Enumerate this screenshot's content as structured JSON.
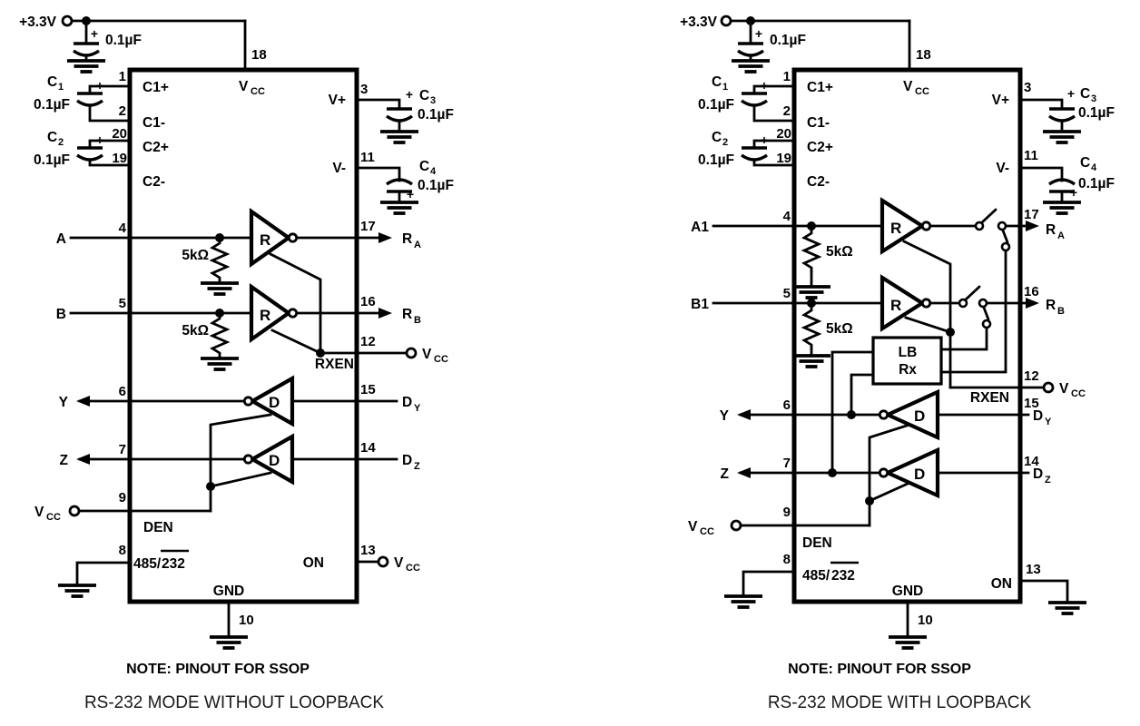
{
  "left": {
    "rail": "+3.3V",
    "plus": "+",
    "bypass_value": "0.1µF",
    "caps": {
      "c1_ref": "C",
      "c1_sub": "1",
      "c1_val": "0.1µF",
      "c2_ref": "C",
      "c2_sub": "2",
      "c2_val": "0.1µF",
      "c3_ref": "C",
      "c3_sub": "3",
      "c3_val": "0.1µF",
      "c4_ref": "C",
      "c4_sub": "4",
      "c4_val": "0.1µF"
    },
    "pins": {
      "p1": "1",
      "p2": "2",
      "p3": "3",
      "p4": "4",
      "p5": "5",
      "p6": "6",
      "p7": "7",
      "p8": "8",
      "p9": "9",
      "p10": "10",
      "p11": "11",
      "p12": "12",
      "p13": "13",
      "p14": "14",
      "p15": "15",
      "p16": "16",
      "p17": "17",
      "p18": "18",
      "p19": "19",
      "p20": "20"
    },
    "ic": {
      "c1p": "C1+",
      "c1m": "C1-",
      "c2p": "C2+",
      "c2m": "C2-",
      "vcc_m": "V",
      "vcc_s": "CC",
      "vplus": "V+",
      "vminus": "V-",
      "rxen": "RXEN",
      "den": "DEN",
      "on": "ON",
      "gnd": "GND",
      "mode_pre": "485/",
      "mode_bar": "232",
      "amp_r": "R",
      "amp_d": "D"
    },
    "res": {
      "r1": "5kΩ",
      "r2": "5kΩ"
    },
    "io": {
      "a": "A",
      "b": "B",
      "y": "Y",
      "z": "Z",
      "ra_m": "R",
      "ra_s": "A",
      "rb_m": "R",
      "rb_s": "B",
      "dy_m": "D",
      "dy_s": "Y",
      "dz_m": "D",
      "dz_s": "Z"
    },
    "vcc_m": "V",
    "vcc_s": "CC",
    "note": "NOTE: PINOUT FOR SSOP",
    "caption": "RS-232 MODE WITHOUT LOOPBACK"
  },
  "right": {
    "rail": "+3.3V",
    "plus": "+",
    "bypass_value": "0.1µF",
    "caps": {
      "c1_ref": "C",
      "c1_sub": "1",
      "c1_val": "0.1µF",
      "c2_ref": "C",
      "c2_sub": "2",
      "c2_val": "0.1µF",
      "c3_ref": "C",
      "c3_sub": "3",
      "c3_val": "0.1µF",
      "c4_ref": "C",
      "c4_sub": "4",
      "c4_val": "0.1µF"
    },
    "pins": {
      "p1": "1",
      "p2": "2",
      "p3": "3",
      "p4": "4",
      "p5": "5",
      "p6": "6",
      "p7": "7",
      "p8": "8",
      "p9": "9",
      "p10": "10",
      "p11": "11",
      "p12": "12",
      "p13": "13",
      "p14": "14",
      "p15": "15",
      "p16": "16",
      "p17": "17",
      "p18": "18",
      "p19": "19",
      "p20": "20"
    },
    "ic": {
      "c1p": "C1+",
      "c1m": "C1-",
      "c2p": "C2+",
      "c2m": "C2-",
      "vcc_m": "V",
      "vcc_s": "CC",
      "vplus": "V+",
      "vminus": "V-",
      "rxen": "RXEN",
      "den": "DEN",
      "on": "ON",
      "gnd": "GND",
      "mode_pre": "485/",
      "mode_bar": "232",
      "amp_r": "R",
      "amp_d": "D"
    },
    "res": {
      "r1": "5kΩ",
      "r2": "5kΩ"
    },
    "io": {
      "a": "A1",
      "b": "B1",
      "y": "Y",
      "z": "Z",
      "ra_m": "R",
      "ra_s": "A",
      "rb_m": "R",
      "rb_s": "B",
      "dy_m": "D",
      "dy_s": "Y",
      "dz_m": "D",
      "dz_s": "Z"
    },
    "lb": {
      "l1": "LB",
      "l2": "Rx"
    },
    "vcc_m": "V",
    "vcc_s": "CC",
    "note": "NOTE: PINOUT FOR SSOP",
    "caption": "RS-232 MODE WITH LOOPBACK"
  }
}
